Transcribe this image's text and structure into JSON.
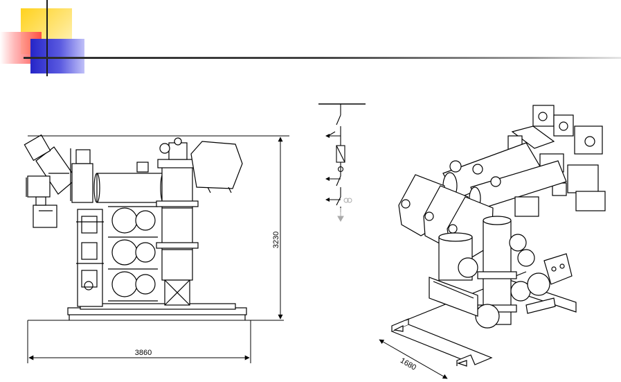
{
  "slide": {
    "dimensions": {
      "height": "3230",
      "length": "3860",
      "depth": "1680"
    }
  },
  "icons": {
    "sld": "single-line-diagram",
    "switchgear_side": "gis-bay-side-elevation",
    "switchgear_iso": "gis-bay-isometric"
  }
}
